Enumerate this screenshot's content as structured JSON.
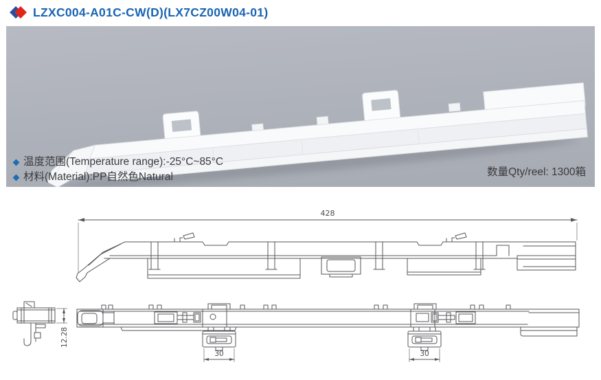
{
  "header": {
    "title": "LZXC004-A01C-CW(D)(LX7CZ00W04-01)",
    "title_color": "#1a64b2",
    "icon": {
      "blue": "#2750a3",
      "red": "#e1251b"
    }
  },
  "photo_section": {
    "background_top": "#b7bac2",
    "background_bottom": "#a7abb3",
    "bullet_color": "#1e6cb5",
    "text_color": "#3a3b3e",
    "specs": [
      "温度范围(Temperature range):-25°C~85°C",
      "材料(Material):PP自然色Natural"
    ],
    "qty_label": "数量Qty/reel: 1300箱"
  },
  "drawings": {
    "line_color": "#56565a",
    "dimensions": {
      "overall_length": "428",
      "clip1_width": "30",
      "clip2_width": "30",
      "section_height": "12.28"
    }
  }
}
